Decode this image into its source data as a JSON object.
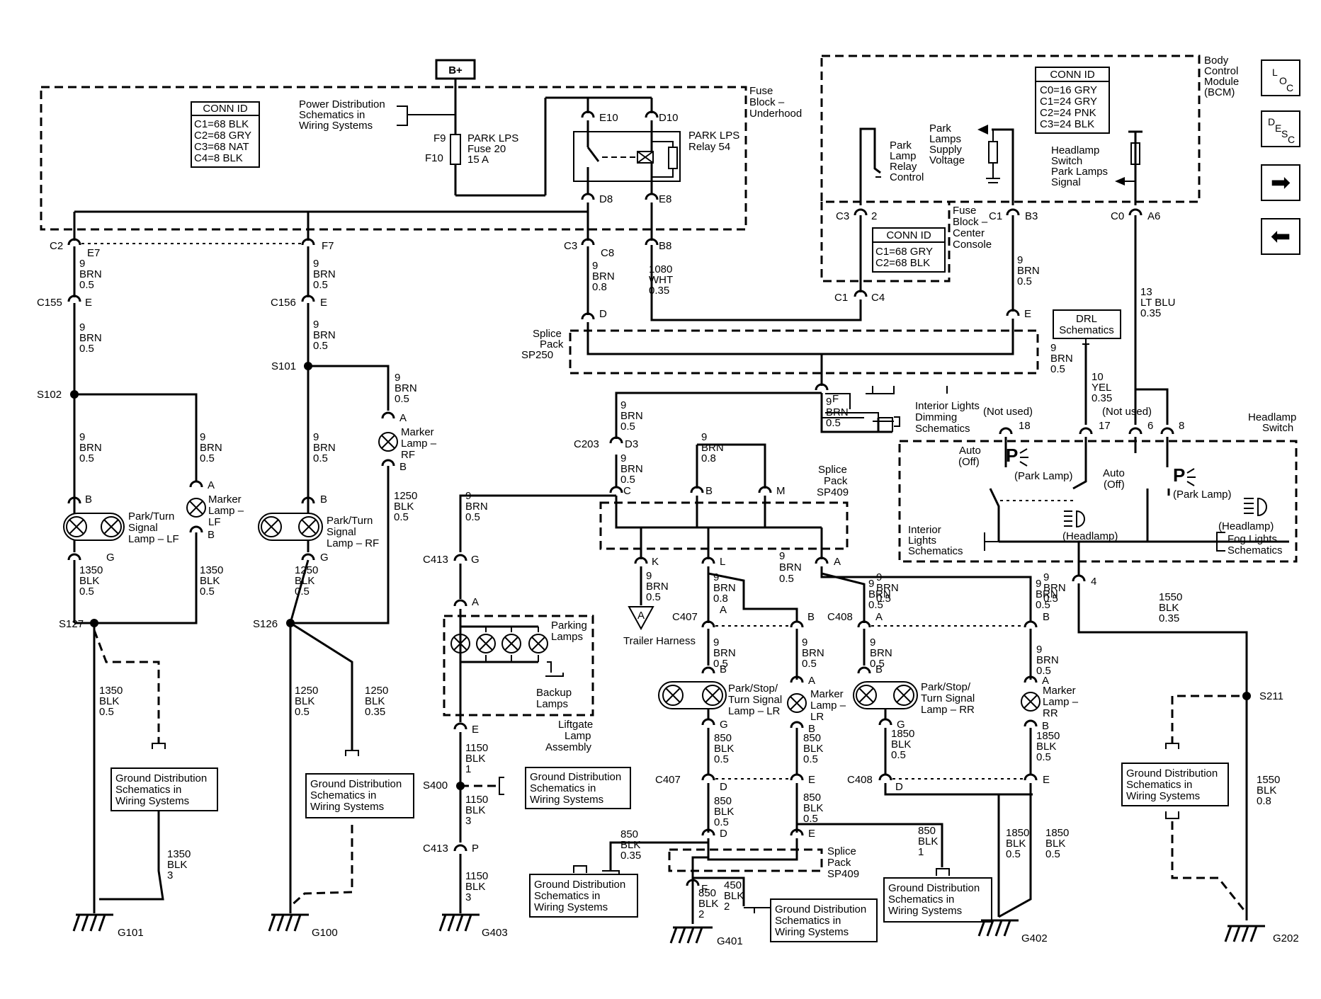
{
  "nav": {
    "loc_letters": [
      "L",
      "O",
      "C"
    ],
    "desc_letters": [
      "D",
      "E",
      "S",
      "C"
    ],
    "next_glyph": "➡",
    "prev_glyph": "⬅"
  },
  "battery": "B+",
  "fuse_underhood": {
    "title": [
      "Fuse",
      "Block –",
      "Underhood"
    ],
    "conn_title": "CONN ID",
    "conn": [
      "C1=68 BLK",
      "C2=68 GRY",
      "C3=68 NAT",
      "C4=8 BLK"
    ],
    "power_ref": [
      "Power Distribution",
      "Schematics in",
      "Wiring  Systems"
    ],
    "fuse_pins": [
      "F9",
      "F10"
    ],
    "fuse_label": [
      "PARK LPS",
      "Fuse 20",
      "15 A"
    ],
    "relay_label": [
      "PARK LPS",
      "Relay 54"
    ],
    "relay_pins": {
      "e10": "E10",
      "d10": "D10",
      "d8": "D8",
      "e8": "E8"
    }
  },
  "bcm": {
    "title": [
      "Body",
      "Control",
      "Module",
      "(BCM)"
    ],
    "conn_title": "CONN ID",
    "conn": [
      "C0=16 GRY",
      "C1=24 GRY",
      "C2=24 PNK",
      "C3=24 BLK"
    ],
    "relay_ctrl": [
      "Park",
      "Lamp",
      "Relay",
      "Control"
    ],
    "supply": [
      "Park",
      "Lamps",
      "Supply",
      "Voltage"
    ],
    "switch_sig": [
      "Headlamp",
      "Switch",
      "Park Lamps",
      "Signal"
    ]
  },
  "fuse_center": {
    "title": [
      "Fuse",
      "Block –",
      "Center",
      "Console"
    ],
    "conn_title": "CONN ID",
    "conn": [
      "C1=68 GRY",
      "C2=68 BLK"
    ]
  },
  "labels": {
    "c2": "C2",
    "e7": "E7",
    "f7": "F7",
    "c3a": "C3",
    "c8": "C8",
    "b8": "B8",
    "c3b": "C3",
    "p2": "2",
    "c1a": "C1",
    "b3": "B3",
    "c0": "C0",
    "a6": "A6",
    "c155": "C155",
    "c156": "C156",
    "e_a": "E",
    "e_b": "E",
    "c1b": "C1",
    "c4": "C4",
    "d": "D",
    "e_sp": "E",
    "s102": "S102",
    "s101": "S101",
    "s127": "S127",
    "s126": "S126",
    "splice250": [
      "Splice",
      "Pack",
      "SP250"
    ],
    "f": "F",
    "c203": "C203",
    "d3": "D3",
    "splice409a": [
      "Splice",
      "Pack",
      "SP409"
    ],
    "c": "C",
    "b": "B",
    "m": "M",
    "k": "K",
    "l": "L",
    "a": "A",
    "c413a": "C413",
    "g": "G",
    "c407a": "C407",
    "c408a": "C408",
    "a1": "A",
    "b1": "B",
    "a2": "A",
    "b2": "B",
    "s400": "S400",
    "c413b": "C413",
    "p": "P",
    "s211": "S211",
    "c407b": "C407",
    "c408b": "C408",
    "d1": "D",
    "e1": "E",
    "d2": "D",
    "e2": "E",
    "d3b": "D",
    "e3": "E",
    "f2": "F",
    "splice409b": [
      "Splice",
      "Pack",
      "SP409"
    ],
    "g101": "G101",
    "g100": "G100",
    "g403": "G403",
    "g401": "G401",
    "g402": "G402",
    "g202": "G202",
    "pin18": "18",
    "pin17": "17",
    "pin6": "6",
    "pin8": "8",
    "pin4": "4"
  },
  "wires": {
    "w1": [
      "9",
      "BRN",
      "0.5"
    ],
    "w2": [
      "9",
      "BRN",
      "0.5"
    ],
    "w3": [
      "9",
      "BRN",
      "0.8"
    ],
    "w4": [
      "1080",
      "WHT",
      "0.35"
    ],
    "w5": [
      "9",
      "BRN",
      "0.5"
    ],
    "w6": [
      "13",
      "LT BLU",
      "0.35"
    ],
    "w7": [
      "9",
      "BRN",
      "0.5"
    ],
    "w8": [
      "9",
      "BRN",
      "0.5"
    ],
    "w9": [
      "9",
      "BRN",
      "0.5"
    ],
    "w10": [
      "9",
      "BRN",
      "0.5"
    ],
    "w11": [
      "9",
      "BRN",
      "0.5"
    ],
    "w12": [
      "9",
      "BRN",
      "0.5"
    ],
    "w13": [
      "9",
      "BRN",
      "0.5"
    ],
    "w14": [
      "1350",
      "BLK",
      "0.5"
    ],
    "w15": [
      "1350",
      "BLK",
      "0.5"
    ],
    "w16": [
      "1250",
      "BLK",
      "0.5"
    ],
    "w17": [
      "1250",
      "BLK",
      "0.5"
    ],
    "w18": [
      "1350",
      "BLK",
      "0.5"
    ],
    "w19": [
      "1250",
      "BLK",
      "0.5"
    ],
    "w20": [
      "1250",
      "BLK",
      "0.35"
    ],
    "w21": [
      "1350",
      "BLK",
      "3"
    ],
    "w22": [
      "9",
      "BRN",
      "0.5"
    ],
    "w23": [
      "9",
      "BRN",
      "0.5"
    ],
    "w24": [
      "9",
      "BRN",
      "0.5"
    ],
    "w25": [
      "10",
      "YEL",
      "0.35"
    ],
    "w26": [
      "9",
      "BRN",
      "0.5"
    ],
    "w27": [
      "9",
      "BRN",
      "0.8"
    ],
    "w28": [
      "9",
      "BRN",
      "0.5"
    ],
    "w29": [
      "9",
      "BRN",
      "0.8"
    ],
    "w30": [
      "9",
      "BRN",
      "0.5"
    ],
    "w31": [
      "9",
      "BRN",
      "0.5"
    ],
    "w32": [
      "9",
      "BRN",
      "0.5"
    ],
    "w33": [
      "9",
      "BRN",
      "0.5"
    ],
    "w34": [
      "9",
      "BRN",
      "0.5"
    ],
    "w35": [
      "9",
      "BRN",
      "0.5"
    ],
    "w36": [
      "9",
      "BRN",
      "0.5"
    ],
    "w37": [
      "9",
      "BRN",
      "0.5"
    ],
    "w38": [
      "9",
      "BRN",
      "0.5"
    ],
    "w39": [
      "1550",
      "BLK",
      "0.35"
    ],
    "w40": [
      "1150",
      "BLK",
      "1"
    ],
    "w41": [
      "1150",
      "BLK",
      "3"
    ],
    "w42": [
      "1150",
      "BLK",
      "3"
    ],
    "w43": [
      "850",
      "BLK",
      "0.5"
    ],
    "w44": [
      "850",
      "BLK",
      "0.5"
    ],
    "w45": [
      "1850",
      "BLK",
      "0.5"
    ],
    "w46": [
      "1850",
      "BLK",
      "0.5"
    ],
    "w47": [
      "850",
      "BLK",
      "0.5"
    ],
    "w48": [
      "850",
      "BLK",
      "0.5"
    ],
    "w49": [
      "850",
      "BLK",
      "0.35"
    ],
    "w50": [
      "850",
      "BLK",
      "1"
    ],
    "w51": [
      "850",
      "BLK",
      "2"
    ],
    "w52": [
      "450",
      "BLK",
      "2"
    ],
    "w53": [
      "1850",
      "BLK",
      "0.5"
    ],
    "w54": [
      "1850",
      "BLK",
      "0.5"
    ],
    "w55": [
      "1550",
      "BLK",
      "0.8"
    ]
  },
  "components": {
    "lamp_lf": [
      "Park/Turn",
      "Signal",
      "Lamp – LF"
    ],
    "marker_lf": [
      "Marker",
      "Lamp –",
      "LF"
    ],
    "lamp_rf": [
      "Park/Turn",
      "Signal",
      "Lamp – RF"
    ],
    "marker_rf": [
      "Marker",
      "Lamp –",
      "RF"
    ],
    "parking_lamps": [
      "Parking",
      "Lamps"
    ],
    "backup_lamps": [
      "Backup",
      "Lamps"
    ],
    "liftgate": [
      "Liftgate",
      "Lamp",
      "Assembly"
    ],
    "trailer": "Trailer Harness",
    "trailer_pin": "A",
    "lamp_lr": [
      "Park/Stop/",
      "Turn Signal",
      "Lamp – LR"
    ],
    "marker_lr": [
      "Marker",
      "Lamp –",
      "LR"
    ],
    "lamp_rr": [
      "Park/Stop/",
      "Turn Signal",
      "Lamp – RR"
    ],
    "marker_rr": [
      "Marker",
      "Lamp –",
      "RR"
    ],
    "drl": [
      "DRL",
      "Schematics"
    ],
    "interior_dim": [
      "Interior Lights",
      "Dimming",
      "Schematics"
    ],
    "headlamp_switch": [
      "Headlamp",
      "Switch"
    ],
    "not_used_1": "(Not used)",
    "not_used_2": "(Not used)",
    "auto_off_1": [
      "Auto",
      "(Off)"
    ],
    "auto_off_2": [
      "Auto",
      "(Off)"
    ],
    "park_lamp_1": "(Park Lamp)",
    "park_lamp_2": "(Park Lamp)",
    "headlamp_1": "(Headlamp)",
    "headlamp_2": "(Headlamp)",
    "interior_sch": [
      "Interior",
      "Lights",
      "Schematics"
    ],
    "fog_sch": [
      "Fog Lights",
      "Schematics"
    ],
    "gnd_ref": [
      "Ground Distribution",
      "Schematics in",
      "Wiring Systems"
    ]
  }
}
